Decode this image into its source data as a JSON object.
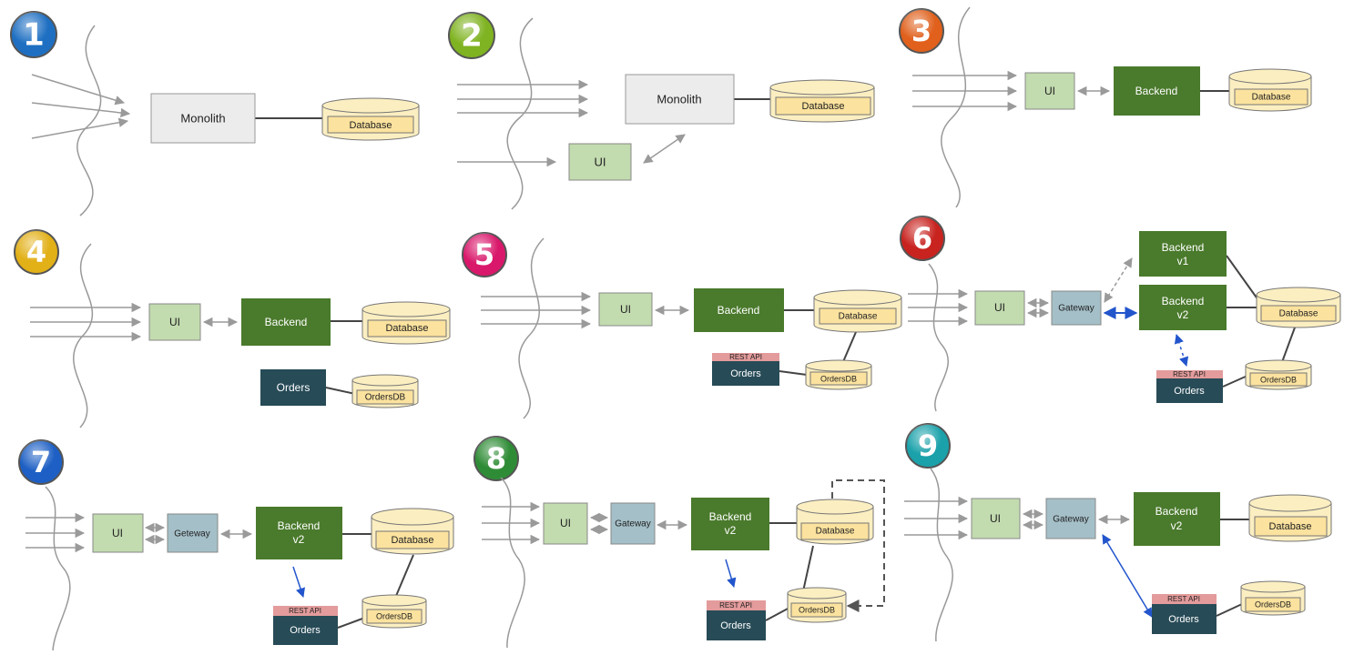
{
  "colors": {
    "monolith": "#ececec",
    "ui": "#c2dbaf",
    "backend": "#4a7a2c",
    "gateway": "#a4bfc8",
    "orders": "#274b57",
    "rest_api": "#e39b9b",
    "db": "#fbeec1",
    "db_label": "#fbe29e",
    "arrow": "#9a9a9a",
    "blue_arrow": "#2255cc",
    "badge_1": "#1e6fc2",
    "badge_2": "#7fb321",
    "badge_3": "#e0601c",
    "badge_4": "#e2b017",
    "badge_5": "#d9186b",
    "badge_6": "#c8231f",
    "badge_7": "#1d5fc4",
    "badge_8": "#2f8c36",
    "badge_9": "#1aa1aa"
  },
  "steps": [
    {
      "badge": "1",
      "monolith": "Monolith",
      "database": "Database"
    },
    {
      "badge": "2",
      "monolith": "Monolith",
      "database": "Database",
      "ui": "UI"
    },
    {
      "badge": "3",
      "ui": "UI",
      "backend": "Backend",
      "database": "Database"
    },
    {
      "badge": "4",
      "ui": "UI",
      "backend": "Backend",
      "database": "Database",
      "orders": "Orders",
      "orders_db": "OrdersDB"
    },
    {
      "badge": "5",
      "ui": "UI",
      "backend": "Backend",
      "database": "Database",
      "rest_api": "REST API",
      "orders": "Orders",
      "orders_db": "OrdersDB"
    },
    {
      "badge": "6",
      "ui": "UI",
      "gateway": "Gateway",
      "backend_v1": "Backend",
      "backend_v1_ver": "v1",
      "backend_v2": "Backend",
      "backend_v2_ver": "v2",
      "database": "Database",
      "rest_api": "REST API",
      "orders": "Orders",
      "orders_db": "OrdersDB"
    },
    {
      "badge": "7",
      "ui": "UI",
      "gateway": "Geteway",
      "backend": "Backend",
      "backend_ver": "v2",
      "database": "Database",
      "rest_api": "REST API",
      "orders": "Orders",
      "orders_db": "OrdersDB"
    },
    {
      "badge": "8",
      "ui": "UI",
      "gateway": "Gateway",
      "backend": "Backend",
      "backend_ver": "v2",
      "database": "Database",
      "rest_api": "REST API",
      "orders": "Orders",
      "orders_db": "OrdersDB"
    },
    {
      "badge": "9",
      "ui": "UI",
      "gateway": "Gateway",
      "backend": "Backend",
      "backend_ver": "v2",
      "database": "Database",
      "rest_api": "REST API",
      "orders": "Orders",
      "orders_db": "OrdersDB"
    }
  ]
}
